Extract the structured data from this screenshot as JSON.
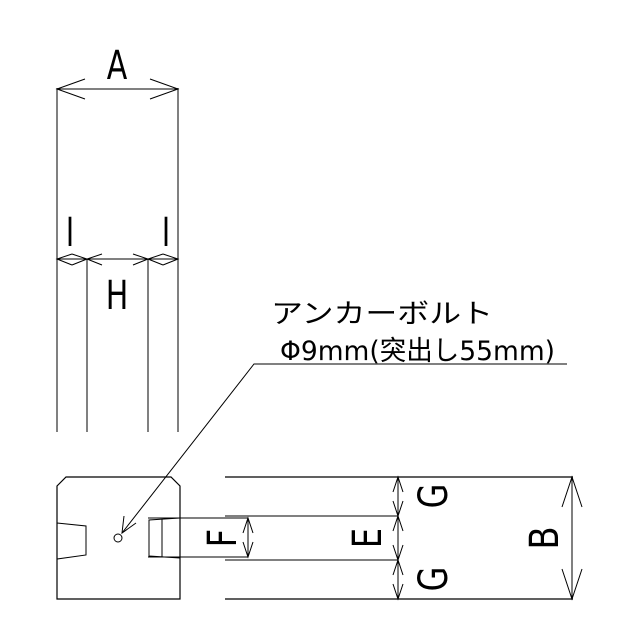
{
  "labels": {
    "A": "A",
    "I_left": "I",
    "I_right": "I",
    "H": "H",
    "B": "B",
    "E": "E",
    "F": "F",
    "G_top": "G",
    "G_bottom": "G"
  },
  "note": {
    "line1": "アンカーボルト",
    "line2": "Φ9mm(突出し55mm)"
  },
  "colors": {
    "line": "#000000",
    "background": "#ffffff"
  }
}
